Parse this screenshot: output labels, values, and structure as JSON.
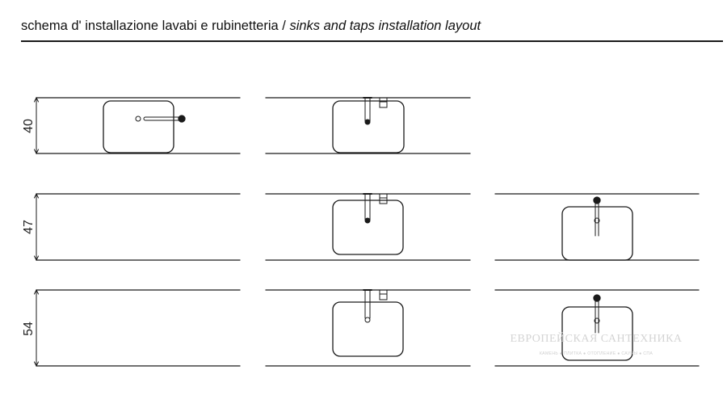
{
  "header": {
    "title_it": "schema d' installazione lavabi e rubinetteria /",
    "title_en": "sinks and taps installation layout"
  },
  "rows": [
    {
      "dimension": "40"
    },
    {
      "dimension": "47"
    },
    {
      "dimension": "54"
    }
  ],
  "watermark": {
    "name": "ЕВРОПЕЙСКАЯ САНТЕХНИКА",
    "tagline": "КАМЕНЬ ● ПЛИТКА ● ОТОПЛЕНИЕ ● САУНЫ ● СПА"
  },
  "colors": {
    "line": "#1a1a1a",
    "watermark": "#d4d4d4"
  }
}
